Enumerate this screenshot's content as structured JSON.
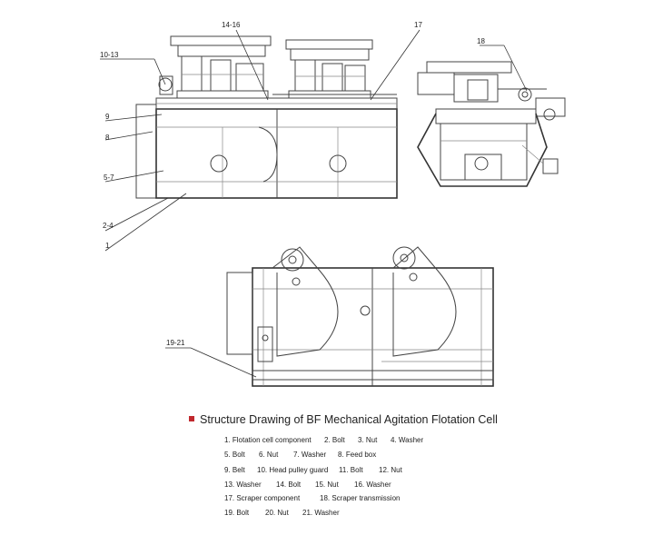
{
  "caption": "Structure Drawing of BF Mechanical Agitation Flotation Cell",
  "colors": {
    "marker": "#c0282d",
    "line": "#444444"
  },
  "callouts": {
    "c14_16": "14-16",
    "c17": "17",
    "c10_13": "10-13",
    "c18": "18",
    "c9": "9",
    "c8": "8",
    "c5_7": "5-7",
    "c2_4": "2-4",
    "c1": "1",
    "c19_21": "19-21"
  },
  "legend": [
    [
      "1. Flotation cell component",
      "2. Bolt",
      "3. Nut",
      "4. Washer"
    ],
    [
      "5. Bolt",
      "6. Nut",
      "7. Washer",
      "8. Feed box"
    ],
    [
      "9. Belt",
      "10. Head pulley guard",
      "11. Bolt",
      "12. Nut"
    ],
    [
      "13. Washer",
      "14. Bolt",
      "15. Nut",
      "16. Washer"
    ],
    [
      "17. Scraper component",
      "18. Scraper transmission"
    ],
    [
      "19. Bolt",
      "20. Nut",
      "21. Washer"
    ]
  ]
}
